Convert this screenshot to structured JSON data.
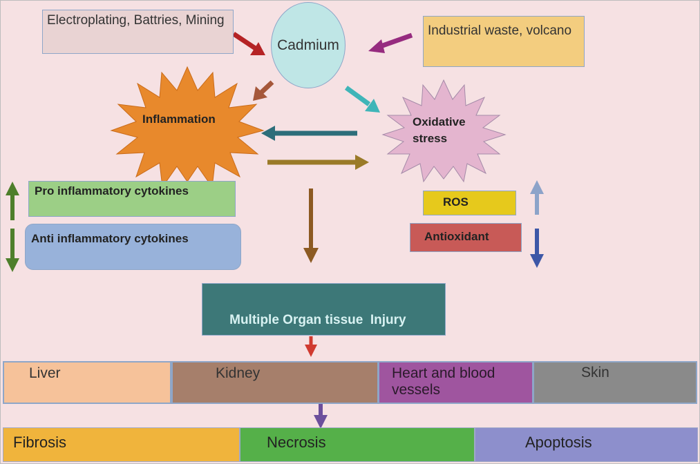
{
  "sources": {
    "left": "Electroplating, Battries, Mining",
    "right": "Industrial waste, volcano"
  },
  "cadmium": "Cadmium",
  "inflammation": "Inflammation",
  "oxidative_stress": "Oxidative stress",
  "cytokines": {
    "pro": "Pro inflammatory cytokines",
    "anti": "Anti inflammatory cytokines"
  },
  "ros": "ROS",
  "antioxidant": "Antioxidant",
  "injury": "Multiple Organ tissue  Injury",
  "tissues": [
    "Liver",
    "Kidney",
    "Heart and blood vessels",
    "Skin"
  ],
  "outcomes": [
    "Fibrosis",
    "Necrosis",
    "Apoptosis"
  ],
  "colors": {
    "background": "#f6e1e3",
    "cadmium": "#bfe6e6",
    "inflammation": "#e8892c",
    "oxidative": "#e4b5cf",
    "pro_box": "#9ccf86",
    "anti_box": "#98b2da",
    "ros": "#e6c91c",
    "antioxidant": "#c85a57",
    "injury": "#3d7878",
    "liver": "#f6c29a",
    "kidney": "#a67f6b",
    "heart": "#9f559f",
    "skin": "#8a8a8a",
    "fibrosis": "#f0b43c",
    "necrosis": "#55b049",
    "apoptosis": "#8d8fcc"
  }
}
